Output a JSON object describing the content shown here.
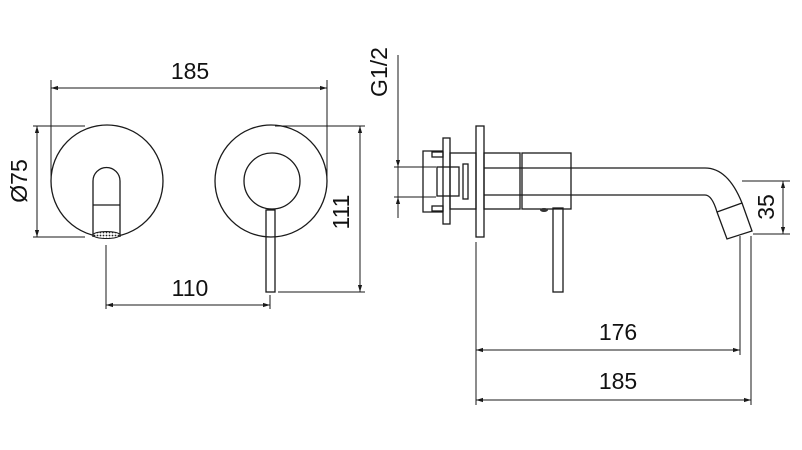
{
  "drawing": {
    "front_view": {
      "overall_width": "185",
      "plate_diameter": "Ø75",
      "spout_to_lever": "110",
      "height_to_lever_end": "111"
    },
    "side_view": {
      "thread": "G1/2",
      "spout_projection": "176",
      "overall_depth": "185",
      "spout_outlet_height": "35"
    },
    "colors": {
      "line": "#1a1a1a",
      "background": "#ffffff"
    }
  }
}
